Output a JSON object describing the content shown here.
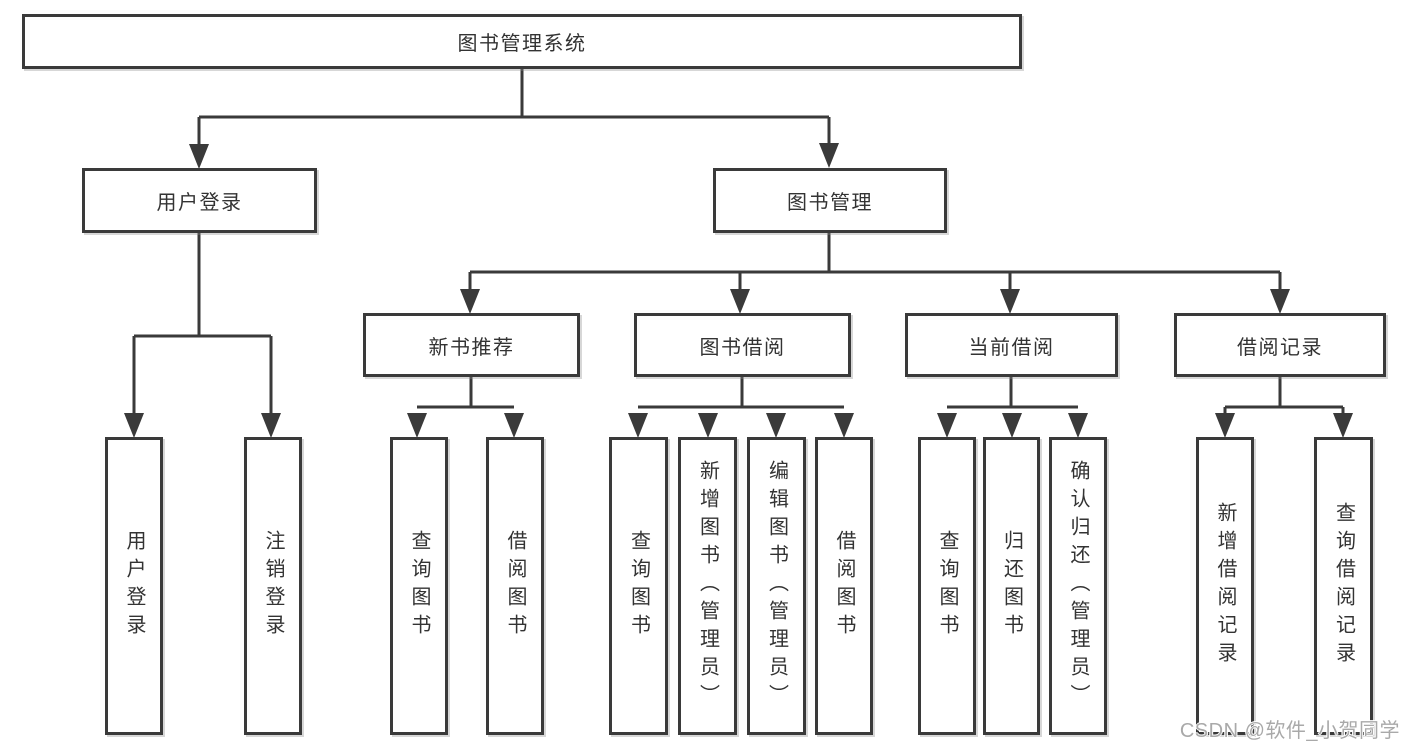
{
  "tree": {
    "root": "图书管理系统",
    "children": [
      {
        "label": "用户登录",
        "children": [
          {
            "label": "用户登录"
          },
          {
            "label": "注销登录"
          }
        ]
      },
      {
        "label": "图书管理",
        "children": [
          {
            "label": "新书推荐",
            "children": [
              {
                "label": "查询图书"
              },
              {
                "label": "借阅图书"
              }
            ]
          },
          {
            "label": "图书借阅",
            "children": [
              {
                "label": "查询图书"
              },
              {
                "label": "新增图书（管理员）"
              },
              {
                "label": "编辑图书（管理员）"
              },
              {
                "label": "借阅图书"
              }
            ]
          },
          {
            "label": "当前借阅",
            "children": [
              {
                "label": "查询图书"
              },
              {
                "label": "归还图书"
              },
              {
                "label": "确认归还（管理员）"
              }
            ]
          },
          {
            "label": "借阅记录",
            "children": [
              {
                "label": "新增借阅记录"
              },
              {
                "label": "查询借阅记录"
              }
            ]
          }
        ]
      }
    ]
  },
  "watermark": {
    "text": "CSDN @软件_小贺同学"
  },
  "colors": {
    "line": "#3a3a3a",
    "text": "#333333",
    "watermark_gray": "#a9a9a9",
    "background": "#ffffff"
  }
}
